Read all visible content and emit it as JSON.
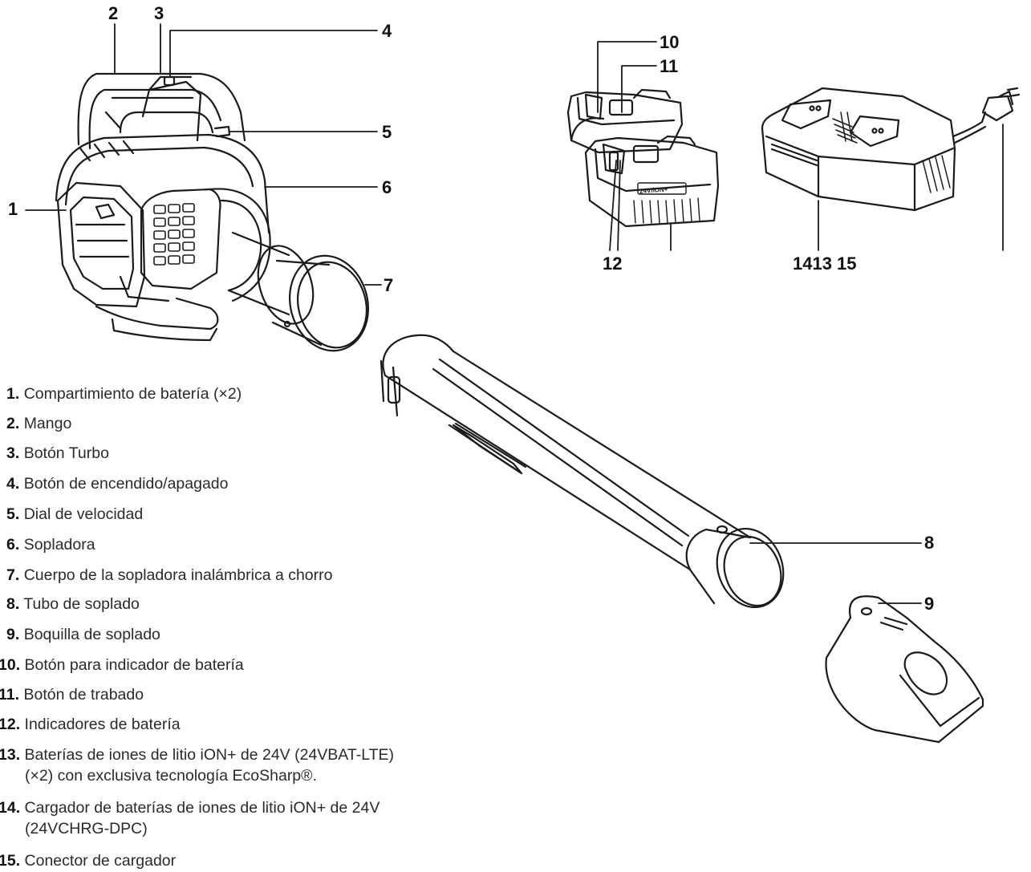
{
  "callouts": {
    "c1": "1",
    "c2": "2",
    "c3": "3",
    "c4": "4",
    "c5": "5",
    "c6": "6",
    "c7": "7",
    "c8": "8",
    "c9": "9",
    "c10": "10",
    "c11": "11",
    "c12": "12",
    "c141315": "1413 15"
  },
  "battery_label_text": "24V/iON+",
  "parts": [
    {
      "num": "1.",
      "text": "Compartimiento de batería (×2)",
      "cont": ""
    },
    {
      "num": "2.",
      "text": "Mango",
      "cont": ""
    },
    {
      "num": "3.",
      "text": "Botón Turbo",
      "cont": ""
    },
    {
      "num": "4.",
      "text": "Botón de encendido/apagado",
      "cont": ""
    },
    {
      "num": "5.",
      "text": "Dial de velocidad",
      "cont": ""
    },
    {
      "num": "6.",
      "text": "Sopladora",
      "cont": ""
    },
    {
      "num": "7.",
      "text": "Cuerpo de la sopladora inalámbrica a chorro",
      "cont": ""
    },
    {
      "num": "8.",
      "text": "Tubo de soplado",
      "cont": ""
    },
    {
      "num": "9.",
      "text": "Boquilla de soplado",
      "cont": ""
    },
    {
      "num": "10.",
      "text": "Botón para indicador de batería",
      "cont": ""
    },
    {
      "num": "11.",
      "text": "Botón de trabado",
      "cont": ""
    },
    {
      "num": "12.",
      "text": "Indicadores de batería",
      "cont": ""
    },
    {
      "num": "13.",
      "text": "Baterías de iones de litio iON+ de 24V (24VBAT-LTE)",
      "cont": "(×2) con exclusiva tecnología EcoSharp®."
    },
    {
      "num": "14.",
      "text": "Cargador de baterías de iones de litio iON+ de 24V",
      "cont": "(24VCHRG-DPC)"
    },
    {
      "num": "15.",
      "text": "Conector de cargador",
      "cont": ""
    }
  ]
}
